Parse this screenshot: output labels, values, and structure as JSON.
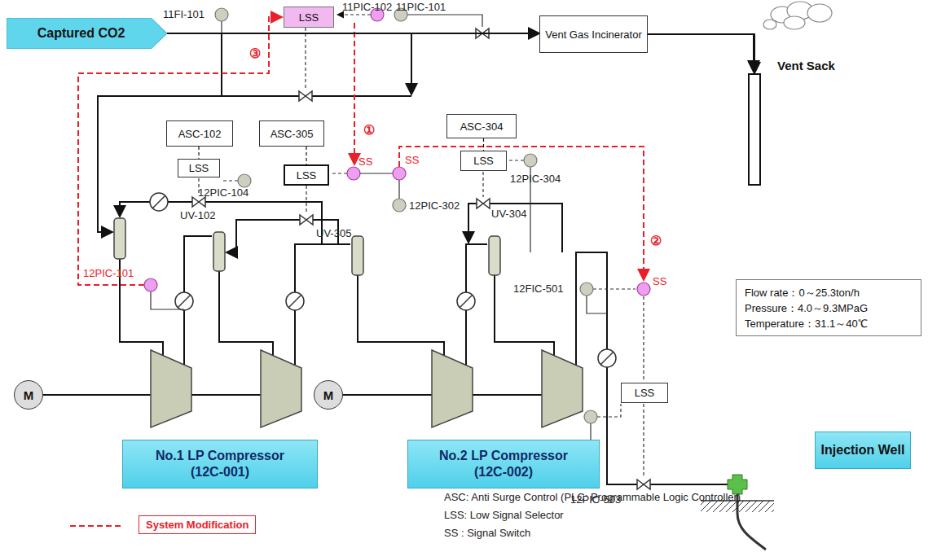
{
  "diagram": {
    "nodes": [
      {
        "text": [
          "Captured CO2"
        ]
      },
      {
        "text": [
          "LSS"
        ]
      },
      {
        "text": [
          "Vent Gas Incinerator"
        ]
      },
      {
        "text": [
          "Vent Sack"
        ]
      },
      {
        "text": [
          "ASC-102"
        ]
      },
      {
        "text": [
          "LSS"
        ]
      },
      {
        "text": [
          "ASC-305"
        ]
      },
      {
        "text": [
          "LSS"
        ]
      },
      {
        "text": [
          "ASC-304"
        ]
      },
      {
        "text": [
          "LSS"
        ]
      },
      {
        "text": [
          "Flow rate：0～25.3ton/h",
          "Pressure：4.0～9.3MPaG",
          "Temperature：31.1～40℃"
        ]
      },
      {
        "text": [
          "LSS"
        ]
      },
      {
        "text": [
          "Injection Well"
        ]
      },
      {
        "text": [
          "M"
        ]
      },
      {
        "text": [
          "No.1 LP Compressor (12C-001)"
        ]
      },
      {
        "text": [
          "M"
        ]
      },
      {
        "text": [
          "No.2 LP Compressor (12C-002)"
        ]
      }
    ],
    "edges": [
      {
        "from": 0,
        "to": 2,
        "arrow": "to"
      },
      {
        "from": 2,
        "to": 3,
        "arrow": "to"
      },
      {
        "from": 4,
        "to": 5,
        "arrow": "none"
      },
      {
        "from": 6,
        "to": 7,
        "arrow": "none"
      },
      {
        "from": 8,
        "to": 9,
        "arrow": "none"
      }
    ],
    "labels": [
      "11FI-101",
      "11PIC-102",
      "11PIC-101",
      "③",
      "①",
      "SS",
      "SS",
      "12PIC-104",
      "12PIC-302",
      "12PIC-304",
      "UV-102",
      "UV-305",
      "UV-304",
      "②",
      "12FIC-501",
      "SS",
      "12PIC-101",
      "12PIC-503",
      "ASC: Anti Surge Control (PLC: Programmable Logic Controller)",
      "LSS: Low Signal Selector",
      "SS : Signal Switch"
    ],
    "legend": [
      {
        "text": "System Modification"
      }
    ]
  }
}
